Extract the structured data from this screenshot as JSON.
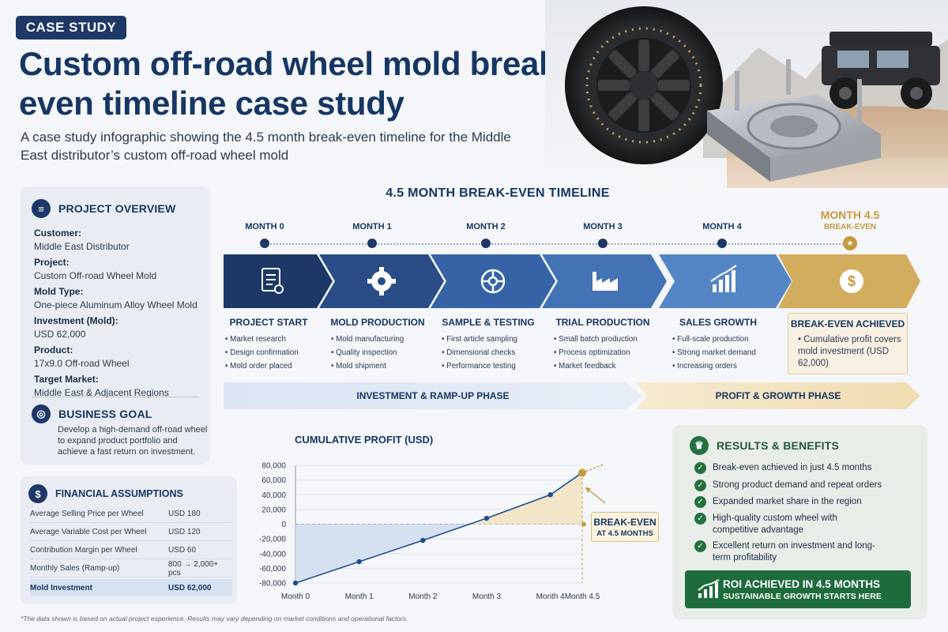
{
  "header": {
    "badge": "CASE STUDY",
    "title": "Custom off-road wheel mold break-even timeline case study",
    "subtitle": "A case study infographic showing the 4.5 month break-even timeline for the Middle East distributor’s custom off-road wheel mold"
  },
  "overview": {
    "title": "PROJECT OVERVIEW",
    "fields": [
      {
        "label": "Customer:",
        "value": "Middle East Distributor"
      },
      {
        "label": "Project:",
        "value": "Custom Off-road Wheel Mold"
      },
      {
        "label": "Mold Type:",
        "value": "One-piece Aluminum Alloy Wheel Mold"
      },
      {
        "label": "Investment (Mold):",
        "value": "USD 62,000"
      },
      {
        "label": "Product:",
        "value": "17x9.0 Off-road Wheel"
      },
      {
        "label": "Target Market:",
        "value": "Middle East & Adjacent Regions"
      }
    ],
    "goal_title": "BUSINESS GOAL",
    "goal_text": "Develop a high-demand off-road wheel to expand product portfolio and achieve a fast return on investment."
  },
  "finance": {
    "title": "FINANCIAL ASSUMPTIONS",
    "rows": [
      {
        "k": "Average Selling Price per Wheel",
        "v": "USD 180"
      },
      {
        "k": "Average Variable Cost per Wheel",
        "v": "USD 120"
      },
      {
        "k": "Contribution Margin per Wheel",
        "v": "USD 60"
      },
      {
        "k": "Monthly Sales (Ramp-up)",
        "v": "800 → 2,000+ pcs"
      },
      {
        "k": "Mold Investment",
        "v": "USD 62,000"
      }
    ]
  },
  "timeline": {
    "title": "4.5 MONTH BREAK-EVEN TIMELINE",
    "months": [
      "MONTH 0",
      "MONTH 1",
      "MONTH 2",
      "MONTH 3",
      "MONTH 4",
      "MONTH 4.5"
    ],
    "breakeven_sub": "BREAK-EVEN",
    "stages": [
      {
        "title": "PROJECT START",
        "items": [
          "Market research",
          "Design confirmation",
          "Mold order placed"
        ]
      },
      {
        "title": "MOLD PRODUCTION",
        "items": [
          "Mold manufacturing",
          "Quality inspection",
          "Mold shipment"
        ]
      },
      {
        "title": "SAMPLE & TESTING",
        "items": [
          "First article sampling",
          "Dimensional checks",
          "Performance testing"
        ]
      },
      {
        "title": "TRIAL PRODUCTION",
        "items": [
          "Small batch production",
          "Process optimization",
          "Market feedback"
        ]
      },
      {
        "title": "SALES GROWTH",
        "items": [
          "Full-scale production",
          "Strong market demand",
          "Increasing orders"
        ]
      }
    ],
    "breakeven": {
      "title": "BREAK-EVEN ACHIEVED",
      "text": "Cumulative profit covers mold investment (USD 62,000)"
    },
    "phases": {
      "investment": "INVESTMENT & RAMP-UP PHASE",
      "profit": "PROFIT & GROWTH PHASE"
    },
    "icons": [
      "clipboard-icon",
      "gear-icon",
      "wheel-icon",
      "factory-icon",
      "growth-chart-icon",
      "dollar-icon"
    ]
  },
  "chart_data": {
    "type": "line",
    "title": "CUMULATIVE PROFIT (USD)",
    "x": [
      "Month 0",
      "Month 1",
      "Month 2",
      "Month 3",
      "Month 4",
      "Month 4.5"
    ],
    "x_values": [
      0,
      1,
      2,
      3,
      4,
      4.5
    ],
    "series": [
      {
        "values": [
          -80000,
          -51000,
          -22000,
          8000,
          40000,
          70000
        ]
      }
    ],
    "yticks": [
      80000,
      60000,
      40000,
      20000,
      0,
      -20000,
      -40000,
      -60000,
      -80000
    ],
    "ytick_labels": [
      "80,000",
      "60,000",
      "40,000",
      "20,000",
      "0",
      "-20,000",
      "-40,000",
      "-60,000",
      "-80,000"
    ],
    "ylim": [
      -80000,
      80000
    ],
    "grid": true,
    "annotation": {
      "line1": "BREAK-EVEN",
      "line2": "AT 4.5 MONTHS"
    },
    "colors": {
      "line": "#1d4f91",
      "loss_fill": "#cfdcf0",
      "profit_fill": "#f3e4c2",
      "accent": "#c49a3f"
    }
  },
  "results": {
    "title": "RESULTS & BENEFITS",
    "items": [
      "Break-even achieved in just 4.5 months",
      "Strong product demand and repeat orders",
      "Expanded market share in the region",
      "High-quality custom wheel with competitive advantage",
      "Excellent return on investment and long-term profitability"
    ],
    "roi_main": "ROI ACHIEVED IN 4.5 MONTHS",
    "roi_sub": "SUSTAINABLE GROWTH STARTS HERE"
  },
  "footnote": "*The data shown is based on actual project experience. Results may vary depending on market conditions and operational factors.",
  "colors": {
    "navy": "#1d3766",
    "blue": "#3563a6",
    "gold": "#c49a3f",
    "green": "#1e6b3c"
  }
}
